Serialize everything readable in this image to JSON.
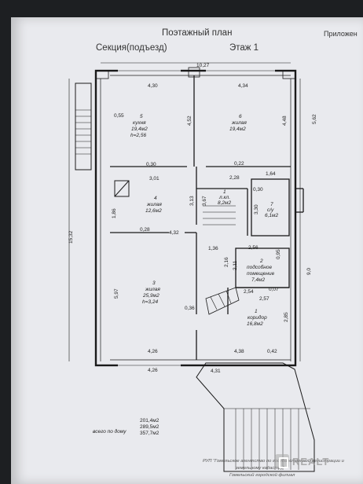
{
  "header": {
    "title": "Поэтажный план",
    "section": "Секция(подъезд)",
    "floor": "Этаж 1",
    "appendix": "Приложен"
  },
  "dims": {
    "top_total": "10,27",
    "top_left": "4,30",
    "top_right": "4,34",
    "d_055": "0,55",
    "d_452": "4,52",
    "d_448": "4,48",
    "d_562": "5,62",
    "d_030_top": "0,30",
    "d_022": "0,22",
    "d_301": "3,01",
    "d_228": "2,28",
    "d_164": "1,64",
    "d_030_r": "0,30",
    "d_313": "3,13",
    "d_367": "3,67",
    "d_330": "3,30",
    "d_186": "1,86",
    "d_028": "0,28",
    "d_432": "4,32",
    "d_1532": "15,32",
    "d_136": "1,36",
    "d_256": "2,56",
    "d_095": "0,95",
    "d_216": "2,16",
    "d_211": "2,11",
    "d_90": "9,0",
    "d_597": "5,97",
    "d_036": "0,36",
    "d_007": "0,07",
    "d_254": "2,54",
    "d_257": "2,57",
    "d_285": "2,85",
    "d_426_a": "4,26",
    "d_426_b": "4,26",
    "d_438": "4,38",
    "d_042": "0,42",
    "d_431": "4,31"
  },
  "rooms": [
    {
      "no": "5",
      "name": "кухня",
      "area": "19,4м2",
      "height": "h=2,56"
    },
    {
      "no": "6",
      "name": "жилая",
      "area": "19,4м2"
    },
    {
      "no": "4",
      "name": "жилая",
      "area": "12,6м2"
    },
    {
      "no": "1",
      "name": "л.кл.",
      "area": "8,2м2"
    },
    {
      "no": "7",
      "name": "с/у",
      "area": "6,1м2"
    },
    {
      "no": "2",
      "name": "подсобное",
      "name2": "помещение",
      "area": "7,4м2"
    },
    {
      "no": "3",
      "name": "жилая",
      "area": "25,9м2",
      "height": "h=3,24"
    },
    {
      "no": "1",
      "name": "коридор",
      "area": "16,8м2"
    }
  ],
  "totals": {
    "label": "всего по дому",
    "values": [
      "201,4м2",
      "289,5м2",
      "357,7м2"
    ]
  },
  "stamp": {
    "line1": "РУП \"Гомельское агентство по государственной регистрации и",
    "line2": "земельному кадастру\"",
    "line3": "Гомельский городской филиал"
  },
  "watermark": "REALT"
}
